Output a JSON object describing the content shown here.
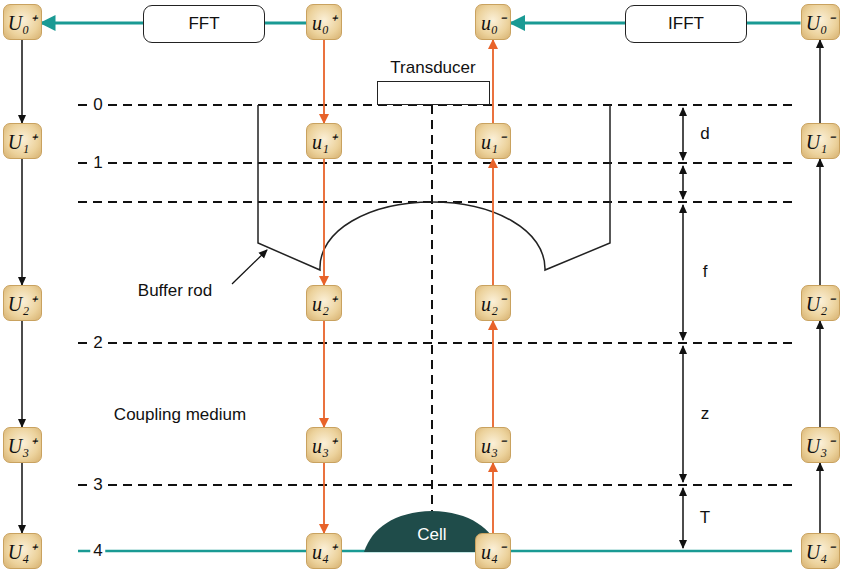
{
  "diagram": {
    "nodes": [
      {
        "text": [
          "U₀⁺"
        ]
      },
      {
        "text": [
          "FFT"
        ]
      },
      {
        "text": [
          "u₀⁺"
        ]
      },
      {
        "text": [
          "Transducer"
        ]
      },
      {
        "text": [
          "u₀⁻"
        ]
      },
      {
        "text": [
          "IFFT"
        ]
      },
      {
        "text": [
          "U₀⁻"
        ]
      },
      {
        "text": [
          "U₁⁺"
        ]
      },
      {
        "text": [
          "u₁⁺"
        ]
      },
      {
        "text": [
          "u₁⁻"
        ]
      },
      {
        "text": [
          "U₁⁻"
        ]
      },
      {
        "text": [
          "U₂⁺"
        ]
      },
      {
        "text": [
          "u₂⁺"
        ]
      },
      {
        "text": [
          "u₂⁻"
        ]
      },
      {
        "text": [
          "U₂⁻"
        ]
      },
      {
        "text": [
          "U₃⁺"
        ]
      },
      {
        "text": [
          "u₃⁺"
        ]
      },
      {
        "text": [
          "u₃⁻"
        ]
      },
      {
        "text": [
          "U₃⁻"
        ]
      },
      {
        "text": [
          "Cell"
        ]
      },
      {
        "text": [
          "U₄⁺"
        ]
      },
      {
        "text": [
          "u₄⁺"
        ]
      },
      {
        "text": [
          "u₄⁻"
        ]
      },
      {
        "text": [
          "U₄⁻"
        ]
      }
    ],
    "edges": [
      {
        "from": 2,
        "to": 1,
        "arrow": "none"
      },
      {
        "from": 1,
        "to": 0,
        "arrow": "to"
      },
      {
        "from": 6,
        "to": 5,
        "arrow": "none"
      },
      {
        "from": 5,
        "to": 4,
        "arrow": "to"
      },
      {
        "from": 0,
        "to": 7,
        "arrow": "to"
      },
      {
        "from": 7,
        "to": 11,
        "arrow": "to"
      },
      {
        "from": 11,
        "to": 15,
        "arrow": "to"
      },
      {
        "from": 15,
        "to": 20,
        "arrow": "to"
      },
      {
        "from": 2,
        "to": 8,
        "arrow": "to"
      },
      {
        "from": 8,
        "to": 12,
        "arrow": "to"
      },
      {
        "from": 12,
        "to": 16,
        "arrow": "to"
      },
      {
        "from": 16,
        "to": 21,
        "arrow": "to"
      },
      {
        "from": 22,
        "to": 17,
        "arrow": "to"
      },
      {
        "from": 17,
        "to": 13,
        "arrow": "to"
      },
      {
        "from": 13,
        "to": 9,
        "arrow": "to"
      },
      {
        "from": 9,
        "to": 4,
        "arrow": "to"
      },
      {
        "from": 23,
        "to": 18,
        "arrow": "to"
      },
      {
        "from": 18,
        "to": 14,
        "arrow": "to"
      },
      {
        "from": 14,
        "to": 10,
        "arrow": "to"
      },
      {
        "from": 10,
        "to": 6,
        "arrow": "to"
      }
    ],
    "labels": [
      "0",
      "1",
      "2",
      "3",
      "4",
      "d",
      "f",
      "z",
      "T",
      "Buffer rod",
      "Coupling medium"
    ]
  }
}
